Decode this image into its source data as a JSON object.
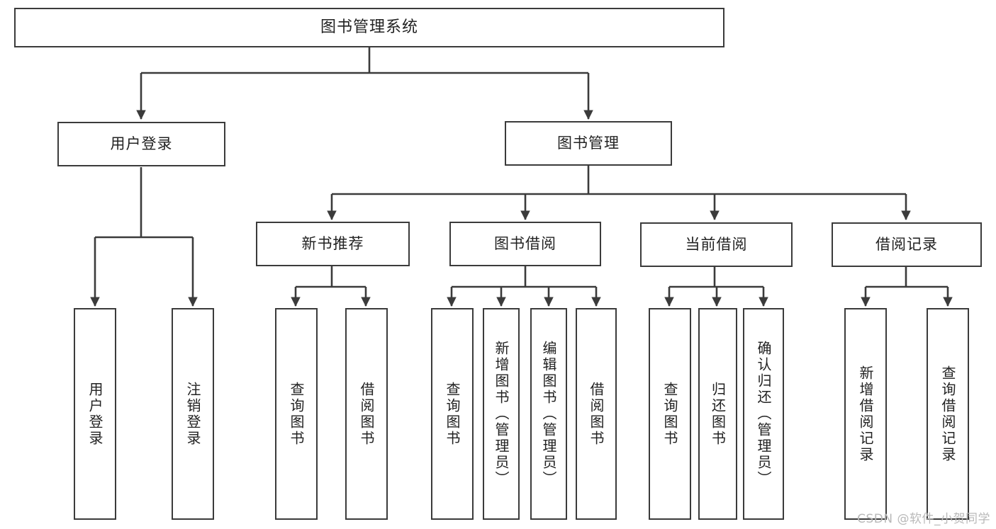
{
  "diagram": {
    "type": "tree",
    "title": "图书管理系统",
    "watermark": "CSDN @软件_小贺同学",
    "colors": {
      "background": "#ffffff",
      "border": "#3b3b3b",
      "text": "#222222",
      "edge": "#3b3b3b",
      "watermark": "#b9b9b9"
    },
    "nodes": {
      "root": {
        "label": "图书管理系统"
      },
      "level2": [
        {
          "label": "用户登录"
        },
        {
          "label": "图书管理"
        }
      ],
      "level3": [
        {
          "label": "新书推荐"
        },
        {
          "label": "图书借阅"
        },
        {
          "label": "当前借阅"
        },
        {
          "label": "借阅记录"
        }
      ],
      "leaves": {
        "user_login": [
          {
            "label": "用户登录"
          },
          {
            "label": "注销登录"
          }
        ],
        "new_book": [
          {
            "label": "查询图书"
          },
          {
            "label": "借阅图书"
          }
        ],
        "book_borrow": [
          {
            "label": "查询图书"
          },
          {
            "label": "新增图书（管理员）"
          },
          {
            "label": "编辑图书（管理员）"
          },
          {
            "label": "借阅图书"
          }
        ],
        "current_borrow": [
          {
            "label": "查询图书"
          },
          {
            "label": "归还图书"
          },
          {
            "label": "确认归还（管理员）"
          }
        ],
        "borrow_record": [
          {
            "label": "新增借阅记录"
          },
          {
            "label": "查询借阅记录"
          }
        ]
      }
    }
  }
}
